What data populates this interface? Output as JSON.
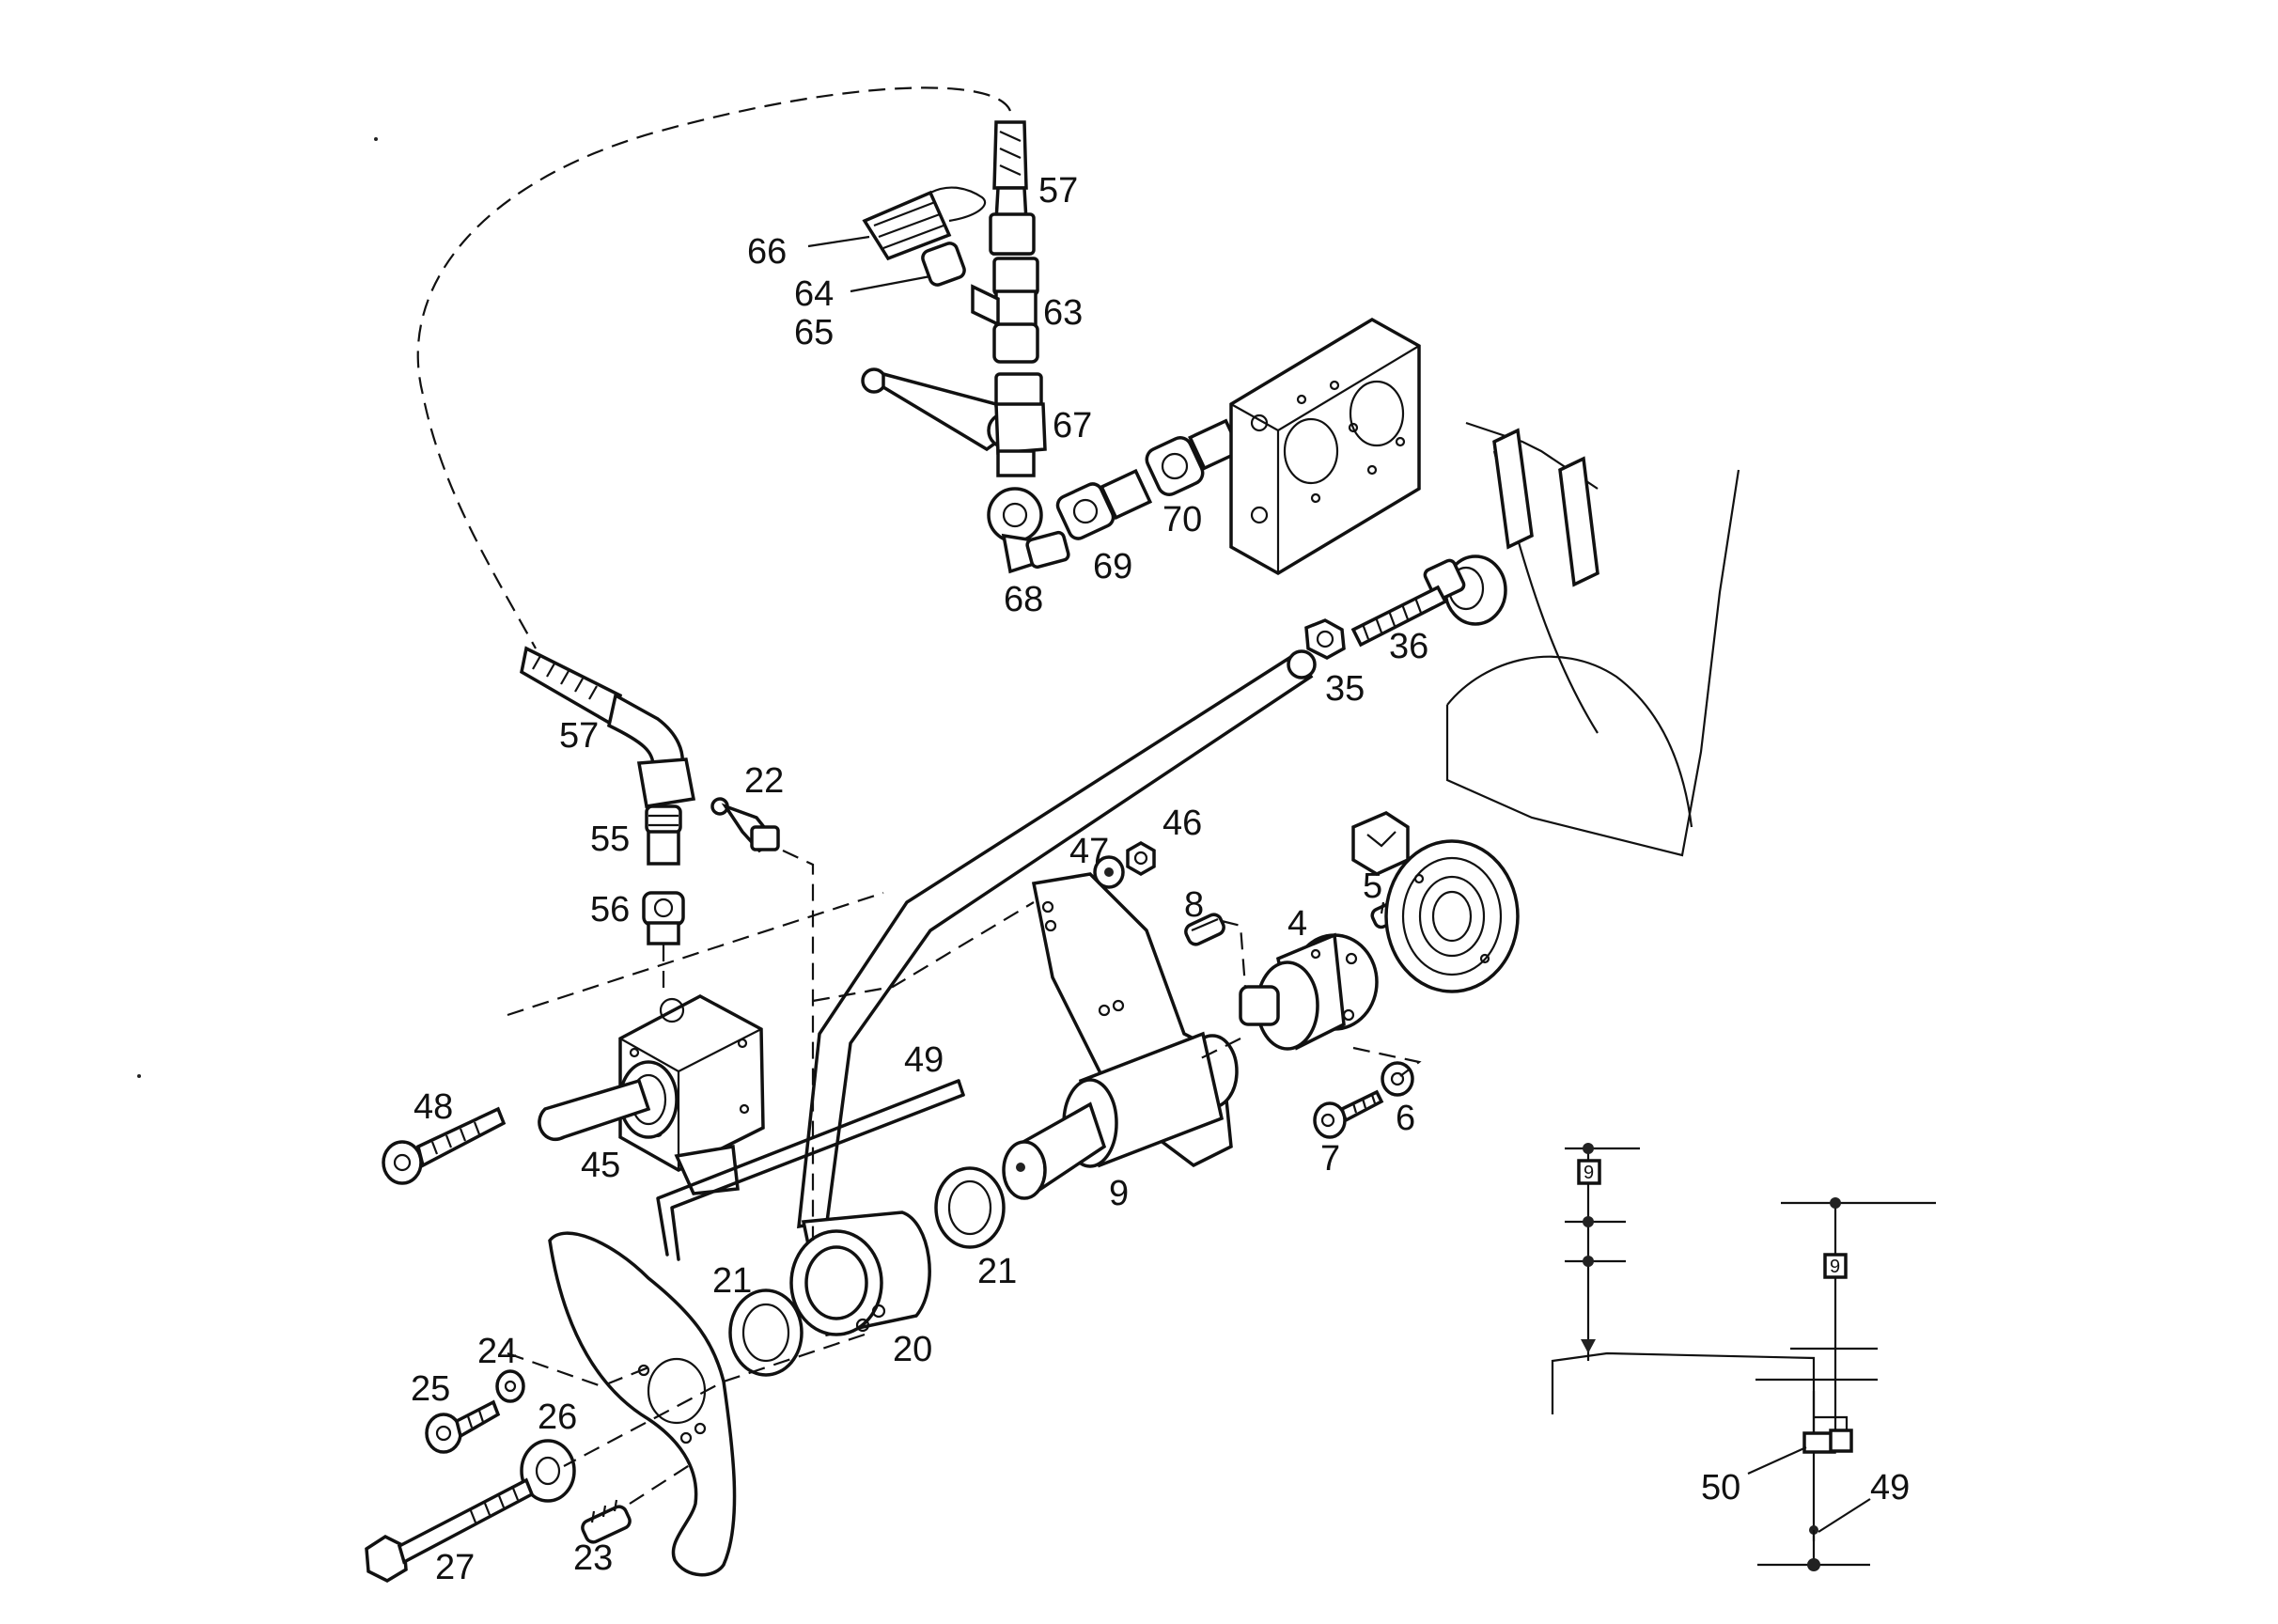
{
  "labels": {
    "l57a": "57",
    "l66": "66",
    "l64": "64",
    "l65": "65",
    "l63": "63",
    "l67": "67",
    "l68": "68",
    "l69": "69",
    "l70": "70",
    "l35": "35",
    "l36": "36",
    "l57b": "57",
    "l22": "22",
    "l55": "55",
    "l56": "56",
    "l47": "47",
    "l46": "46",
    "l8": "8",
    "l4": "4",
    "l5": "5",
    "l48": "48",
    "l45": "45",
    "l49": "49",
    "l9": "9",
    "l7": "7",
    "l6": "6",
    "l21a": "21",
    "l21b": "21",
    "l20": "20",
    "l24": "24",
    "l25": "25",
    "l26": "26",
    "l27": "27",
    "l23": "23",
    "l50": "50",
    "l49b": "49"
  },
  "schematic": {
    "box_symbol": "9"
  }
}
